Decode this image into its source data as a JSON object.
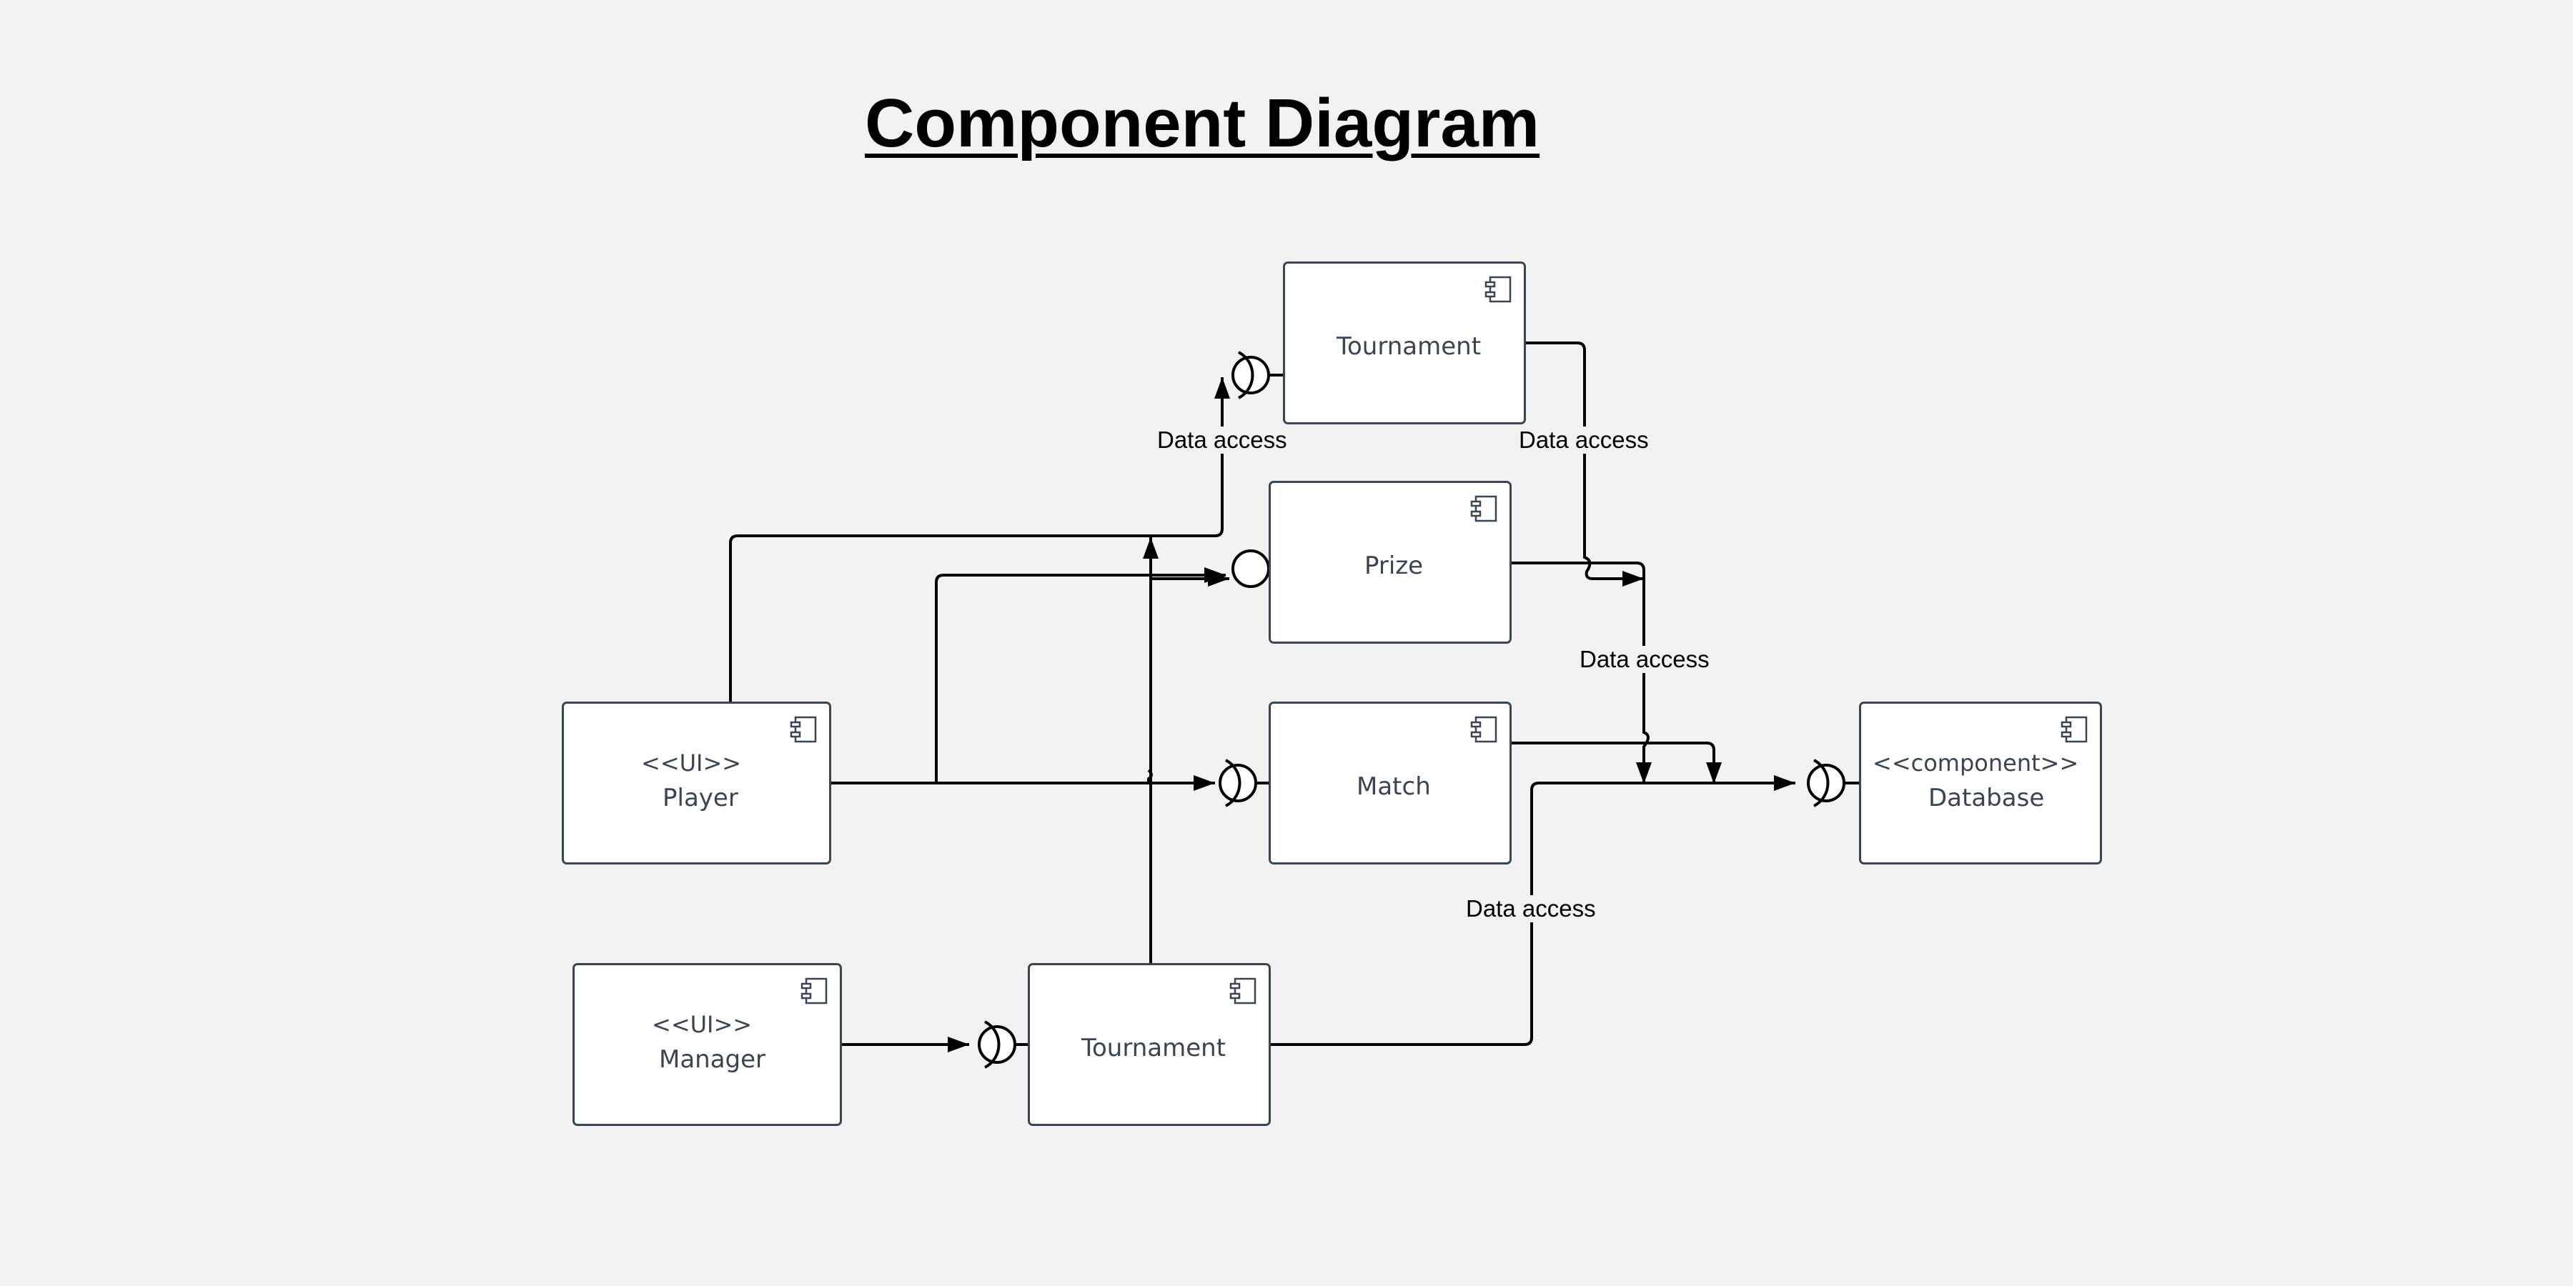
{
  "title": "Component Diagram",
  "components": {
    "tournament_top": {
      "name": "Tournament"
    },
    "prize": {
      "name": "Prize"
    },
    "player": {
      "stereotype": "<<UI>>",
      "name": "Player"
    },
    "match": {
      "name": "Match"
    },
    "database": {
      "stereotype": "<<component>>",
      "name": "Database"
    },
    "manager": {
      "stereotype": "<<UI>>",
      "name": "Manager"
    },
    "tournament_bottom": {
      "name": "Tournament"
    }
  },
  "connector_labels": {
    "player_to_tournament": "Data access",
    "tournament_to_database": "Data access",
    "prize_to_database": "Data access",
    "tournament_bottom_to_database": "Data access"
  },
  "colors": {
    "background": "#f2f2f2",
    "box_border": "#3a4452",
    "line": "#000000"
  },
  "icons": {
    "component": "uml-component-icon",
    "interface": "provided-interface-icon"
  }
}
